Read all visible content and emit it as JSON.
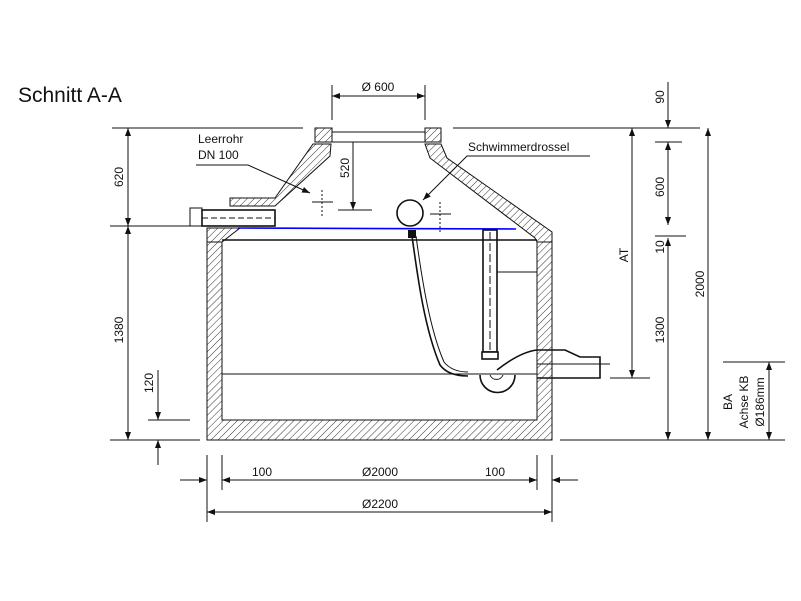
{
  "title": "Schnitt A-A",
  "labels": {
    "leerrohr": "Leerrohr",
    "dn100": "DN 100",
    "schwimmerdrossel": "Schwimmerdrossel"
  },
  "dimensions": {
    "d600": "Ø 600",
    "h620": "620",
    "h1380": "1380",
    "h520": "520",
    "h120": "120",
    "at": "AT",
    "h90": "90",
    "h600": "600",
    "h10": "10",
    "h1300": "1300",
    "h2000": "2000",
    "ba": "BA",
    "achse_kb": "Achse KB",
    "d186": "Ø186mm",
    "w100_left": "100",
    "d2000": "Ø2000",
    "w100_right": "100",
    "d2200": "Ø2200"
  },
  "colors": {
    "water_line": "#0000ff",
    "line": "#111111"
  }
}
